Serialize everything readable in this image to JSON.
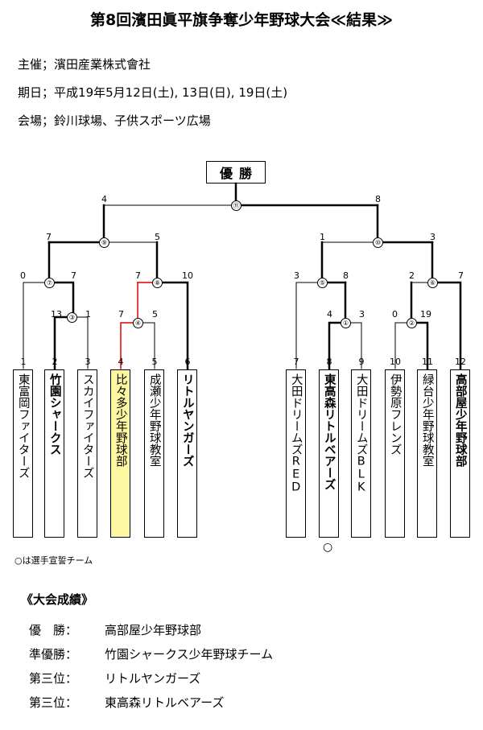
{
  "title": "第8回濱田眞平旗争奪少年野球大会≪結果≫",
  "info": [
    {
      "label": "主催",
      "sep": "；",
      "value": "濱田産業株式會社"
    },
    {
      "label": "期日",
      "sep": "；",
      "value": "平成19年5月12日(土), 13日(日), 19日(土)"
    },
    {
      "label": "会場",
      "sep": "；",
      "value": "鈴川球場、子供スポーツ広場"
    }
  ],
  "winner_label": "優勝",
  "teams": [
    {
      "no": "1",
      "name": "東富岡ファイターズ"
    },
    {
      "no": "2",
      "name": "竹園シャークス"
    },
    {
      "no": "3",
      "name": "スカイファイターズ"
    },
    {
      "no": "4",
      "name": "比々多少年野球部"
    },
    {
      "no": "5",
      "name": "成瀬少年野球教室"
    },
    {
      "no": "6",
      "name": "リトルヤンガーズ"
    },
    {
      "no": "7",
      "name": "大田ドリームズRED"
    },
    {
      "no": "8",
      "name": "東高森リトルベアーズ"
    },
    {
      "no": "9",
      "name": "大田ドリームズBLK"
    },
    {
      "no": "10",
      "name": "伊勢原フレンズ"
    },
    {
      "no": "11",
      "name": "緑台少年野球教室"
    },
    {
      "no": "12",
      "name": "高部屋少年野球部"
    }
  ],
  "games": [
    {
      "no": "①",
      "left_score": "4",
      "right_score": "3"
    },
    {
      "no": "②",
      "left_score": "0",
      "right_score": "19"
    },
    {
      "no": "③",
      "left_score": "13",
      "right_score": "1"
    },
    {
      "no": "④",
      "left_score": "7",
      "right_score": "5"
    },
    {
      "no": "⑤",
      "left_score": "3",
      "right_score": "8"
    },
    {
      "no": "⑥",
      "left_score": "2",
      "right_score": "7"
    },
    {
      "no": "⑦",
      "left_score": "0",
      "right_score": "7"
    },
    {
      "no": "⑧",
      "left_score": "7",
      "right_score": "10"
    },
    {
      "no": "⑨",
      "left_score": "7",
      "right_score": "5"
    },
    {
      "no": "⑩",
      "left_score": "1",
      "right_score": "3"
    },
    {
      "no": "⑪",
      "left_score": "4",
      "right_score": "8"
    }
  ],
  "oath_mark": "○",
  "oath_note": "○は選手宣誓チーム",
  "results_heading": "《大会成績》",
  "results": [
    {
      "label": "優　勝：",
      "value": "高部屋少年野球部"
    },
    {
      "label": "準優勝：",
      "value": "竹園シャークス少年野球チーム"
    },
    {
      "label": "第三位：",
      "value": "リトルヤンガーズ"
    },
    {
      "label": "第三位：",
      "value": "東高森リトルベアーズ"
    }
  ],
  "colors": {
    "highlight_box": "#fcf7a0",
    "red_path": "#e00000",
    "line": "#000000"
  }
}
